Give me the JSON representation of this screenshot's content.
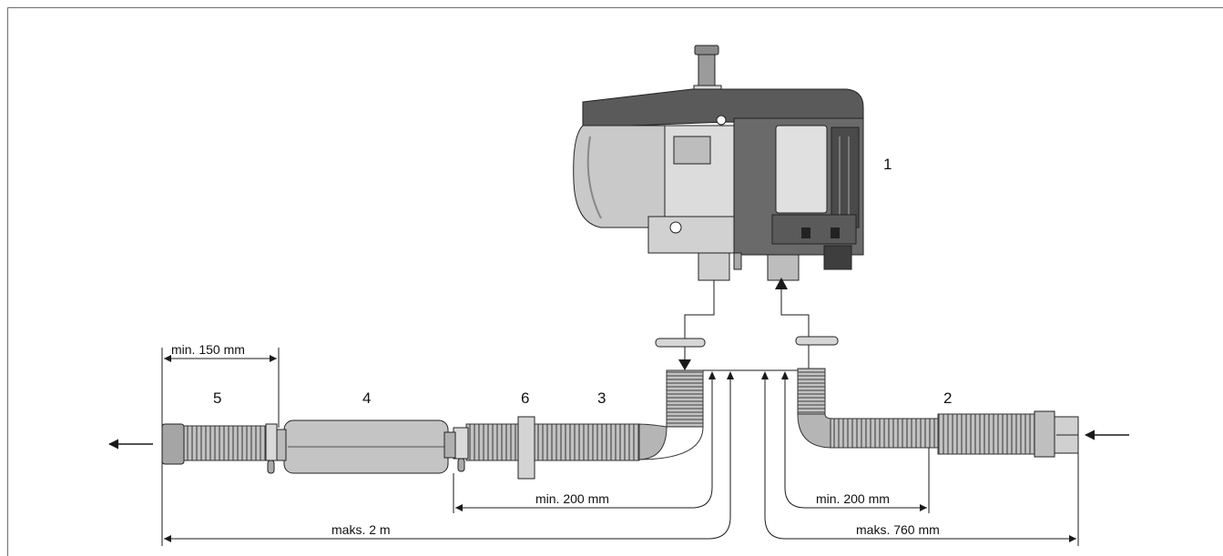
{
  "callouts": {
    "heater": "1",
    "intake_pipe": "2",
    "exhaust_pipe": "3",
    "silencer": "4",
    "tail_pipe": "5",
    "clamp_bracket": "6"
  },
  "dimensions": {
    "tail_pipe_min": "min. 150 mm",
    "exhaust_min": "min. 200 mm",
    "intake_min": "min. 200 mm",
    "exhaust_max": "maks. 2 m",
    "intake_max": "maks. 760 mm"
  },
  "colors": {
    "line": "#1a1a1a",
    "hose_fill": "#b9b9b9",
    "hose_rib": "#5c5c5c",
    "heater_dark": "#4a4a4a",
    "heater_light": "#cfcfcf",
    "silencer_fill": "#c4c4c4"
  }
}
